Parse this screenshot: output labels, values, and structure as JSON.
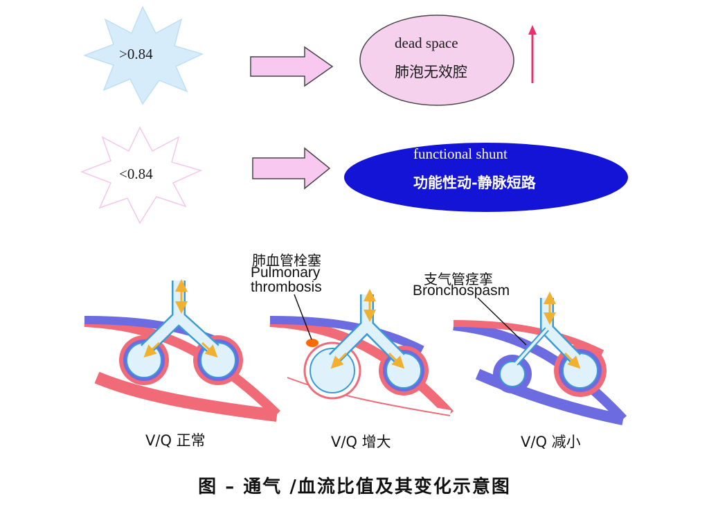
{
  "top": {
    "row1": {
      "star_label": ">0.84",
      "ellipse_line1": "dead space",
      "ellipse_line2": "肺泡无效腔",
      "colors": {
        "star_fill": "#d6ecfb",
        "ellipse_fill": "#f6d1ee",
        "arrow_fill": "#f8c8f0",
        "up_arrow": "#e8306a"
      }
    },
    "row2": {
      "star_label": "<0.84",
      "ellipse_line1": "functional shunt",
      "ellipse_line2": "功能性动-静脉短路",
      "colors": {
        "star_fill": "#ffffff",
        "star_stroke": "#f4c6ea",
        "ellipse_fill": "#1414d6",
        "arrow_fill": "#f8c8f0"
      }
    }
  },
  "diagram": {
    "labels": {
      "pe_cn": "肺血管栓塞",
      "pe_en1": "Pulmonary",
      "pe_en2": "thrombosis",
      "bs_cn": "支气管痉挛",
      "bs_en": "Bronchospasm"
    },
    "panels": [
      {
        "caption": "V/Q 正常"
      },
      {
        "caption": "V/Q 增大"
      },
      {
        "caption": "V/Q 减小"
      }
    ],
    "colors": {
      "vessel_red": "#f06a78",
      "vessel_blue": "#6c6ce0",
      "airway": "#dff2fb",
      "airway_stroke": "#3a9ad8",
      "clot": "#ff6a00",
      "flow_arrow": "#f0b030"
    }
  },
  "caption": "图 – 通气 /血流比值及其变化示意图"
}
